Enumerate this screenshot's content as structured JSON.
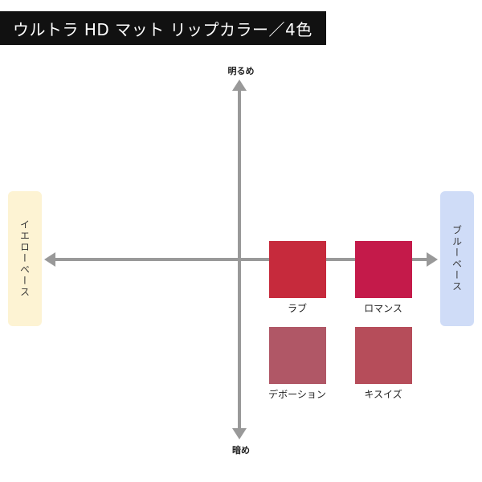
{
  "title": "ウルトラ HD マット リップカラー／4色",
  "axes": {
    "top": "明るめ",
    "bottom": "暗め",
    "left": "イエローベース",
    "right": "ブルーベース"
  },
  "colors": {
    "yellow_base_bg": "#fdf3d3",
    "blue_base_bg": "#cfdcf7",
    "axis": "#999999"
  },
  "swatches": [
    {
      "name": "ラブ",
      "color": "#c62a3c"
    },
    {
      "name": "ロマンス",
      "color": "#c41a4a"
    },
    {
      "name": "デボーション",
      "color": "#b05766"
    },
    {
      "name": "キスイズ",
      "color": "#b64d5a"
    }
  ]
}
